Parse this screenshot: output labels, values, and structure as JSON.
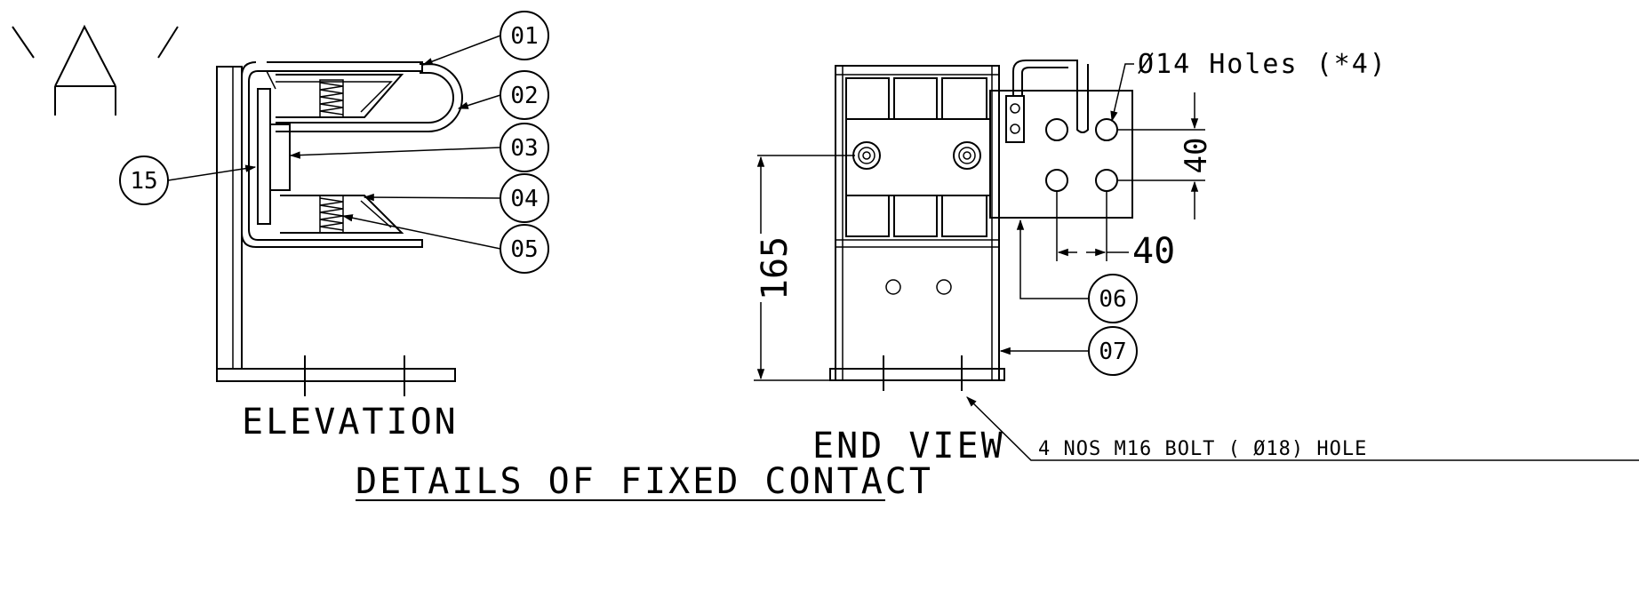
{
  "views": {
    "elevation": "ELEVATION",
    "end_view": "END VIEW",
    "title": "DETAILS OF FIXED CONTACT"
  },
  "callouts": {
    "c01": "01",
    "c02": "02",
    "c03": "03",
    "c04": "04",
    "c05": "05",
    "c06": "06",
    "c07": "07",
    "c15": "15"
  },
  "dimensions": {
    "height": "165",
    "hole_pitch_vertical": "40",
    "hole_pitch_horizontal": "40"
  },
  "notes": {
    "holes": "Ø14 Holes (*4)",
    "bolts": "4 NOS M16 BOLT ( Ø18) HOLE"
  }
}
